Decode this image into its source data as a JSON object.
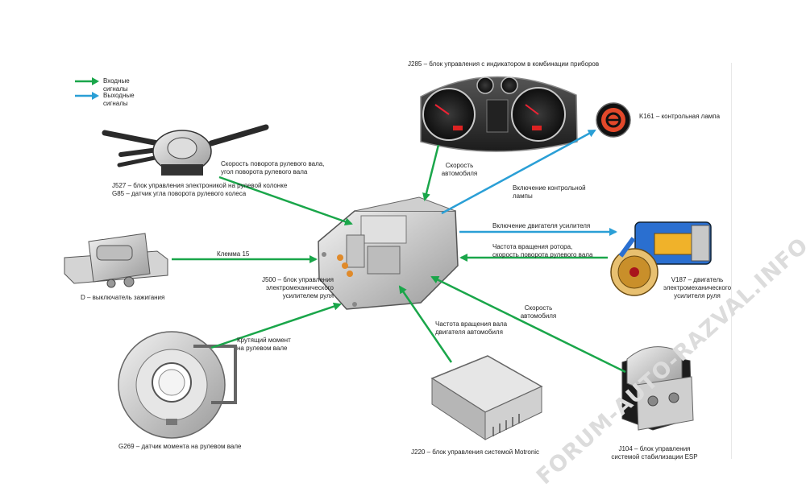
{
  "legend": {
    "input": "Входные сигналы",
    "output": "Выходные сигналы"
  },
  "colors": {
    "input_arrow": "#1aa64a",
    "output_arrow": "#2a9fd6",
    "watermark": "#dcdcdc"
  },
  "components": {
    "j285": "J285 – блок управления с индикатором в комбинации приборов",
    "k161": "K161 – контрольная лампа",
    "j527_l1": "J527 – блок управления электроникой на рулевой колонке",
    "j527_l2": "G85 – датчик угла поворота рулевого колеса",
    "ignition": "D – выключатель зажигания",
    "j500_l1": "J500 – блок управления",
    "j500_l2": "электромеханического",
    "j500_l3": "усилителем руля",
    "v187_l1": "V187 – двигатель",
    "v187_l2": "электромеханического",
    "v187_l3": "усилителя руля",
    "g269": "G269 – датчик момента на рулевом вале",
    "j220": "J220 – блок управления системой Motronic",
    "j104_l1": "J104 – блок управления",
    "j104_l2": "системой стабилизации ESP"
  },
  "signals": {
    "steer_speed_l1": "Скорость поворота рулевого вала,",
    "steer_speed_l2": "угол поворота рулевого вала",
    "vehicle_speed_top_l1": "Скорость",
    "vehicle_speed_top_l2": "автомобиля",
    "lamp_on_l1": "Включение контрольной",
    "lamp_on_l2": "лампы",
    "motor_on": "Включение двигателя усилителя",
    "rotor_speed_l1": "Частота вращения ротора,",
    "rotor_speed_l2": "скорость поворота рулевого вала",
    "terminal15": "Клемма 15",
    "torque_l1": "Крутящий момент",
    "torque_l2": "на рулевом вале",
    "engine_rpm_l1": "Частота вращения вала",
    "engine_rpm_l2": "двигателя автомобиля",
    "vehicle_speed_esp_l1": "Скорость",
    "vehicle_speed_esp_l2": "автомобиля"
  },
  "watermark": "FORUM-AUTO-RAZVAL.INFO"
}
